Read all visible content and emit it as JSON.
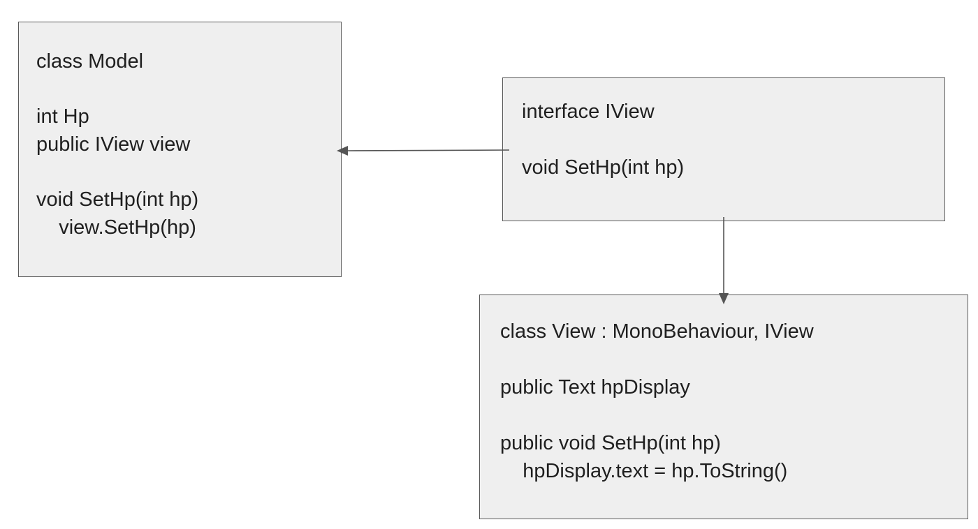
{
  "model_box": {
    "lines": [
      "class Model",
      "",
      "int Hp",
      "public IView view",
      "",
      "void SetHp(int hp)",
      "    view.SetHp(hp)"
    ]
  },
  "iview_box": {
    "lines": [
      "interface IView",
      "",
      "void SetHp(int hp)"
    ]
  },
  "view_box": {
    "lines": [
      "class View : MonoBehaviour, IView",
      "",
      "public Text hpDisplay",
      "",
      "public void SetHp(int hp)",
      "    hpDisplay.text = hp.ToString()"
    ]
  },
  "colors": {
    "box_fill": "#efefef",
    "box_border": "#5a5a5a",
    "connector": "#555555",
    "text": "#1f1f1f"
  }
}
